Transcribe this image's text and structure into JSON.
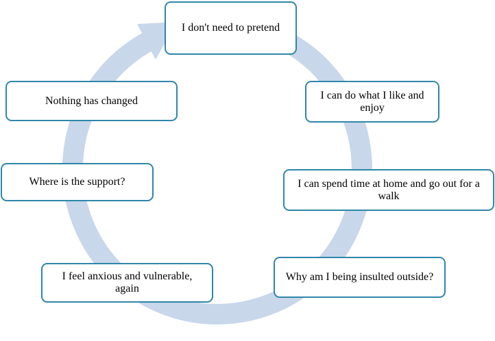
{
  "diagram": {
    "type": "cycle",
    "arrow_color": "#c8d7ea",
    "box_border_color": "#2e86a8",
    "nodes": [
      {
        "label": "I don't need to pretend"
      },
      {
        "label": "I can do what I like and enjoy"
      },
      {
        "label": "I can spend time at home and go out for a walk"
      },
      {
        "label": "Why am I being insulted outside?"
      },
      {
        "label": "I feel anxious and vulnerable, again"
      },
      {
        "label": "Where is the support?"
      },
      {
        "label": "Nothing has changed"
      }
    ]
  }
}
